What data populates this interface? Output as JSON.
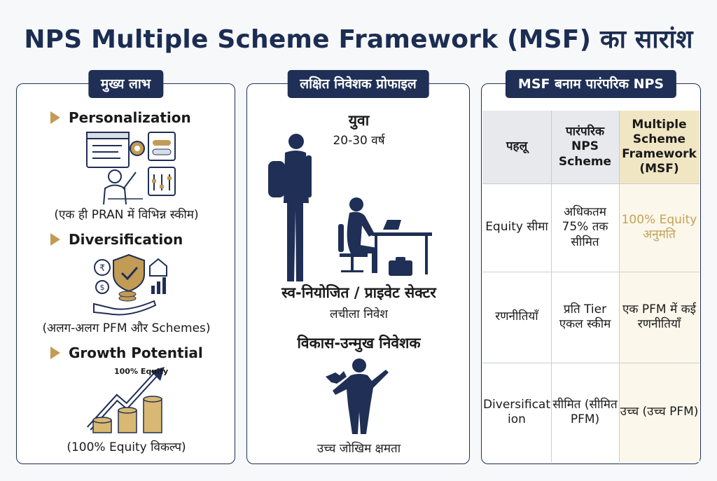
{
  "title": "NPS Multiple Scheme Framework (MSF) का सारांश",
  "benefits": {
    "header": "मुख्य लाभ",
    "items": [
      {
        "title": "Personalization",
        "subtitle": "(एक ही PRAN में विभिन्न स्कीम)",
        "icon": "personalization-illustration"
      },
      {
        "title": "Diversification",
        "subtitle": "(अलग-अलग PFM और Schemes)",
        "icon": "diversification-illustration"
      },
      {
        "title": "Growth Potential",
        "subtitle": "(100% Equity विकल्प)",
        "icon": "growth-chart-illustration",
        "chart_label": "100% Equity"
      }
    ]
  },
  "profiles": {
    "header": "लक्षित निवेशक प्रोफाइल",
    "youth_title": "युवा",
    "youth_age": "20-30 वर्ष",
    "self_title": "स्व-नियोजित / प्राइवेट सेक्टर",
    "self_sub": "लचीला निवेश",
    "growth_title": "विकास-उन्मुख निवेशक",
    "growth_sub": "उच्च जोखिम क्षमता"
  },
  "comparison": {
    "header": "MSF बनाम पारंपरिक NPS",
    "columns": [
      "पहलू",
      "पारंपरिक NPS Scheme",
      "Multiple Scheme Framework (MSF)"
    ],
    "rows": [
      [
        "Equity सीमा",
        "अधिकतम 75% तक सीमित",
        "100% Equity अनुमति"
      ],
      [
        "रणनीतियाँ",
        "प्रति Tier एकल स्कीम",
        "एक PFM में कई रणनीतियाँ"
      ],
      [
        "Diversification",
        "सीमित (सीमित PFM)",
        "उच्च (उच्च PFM)"
      ]
    ]
  },
  "colors": {
    "navy": "#1f2f55",
    "gold": "#c29b55",
    "highlight": "#fbf7ea"
  }
}
